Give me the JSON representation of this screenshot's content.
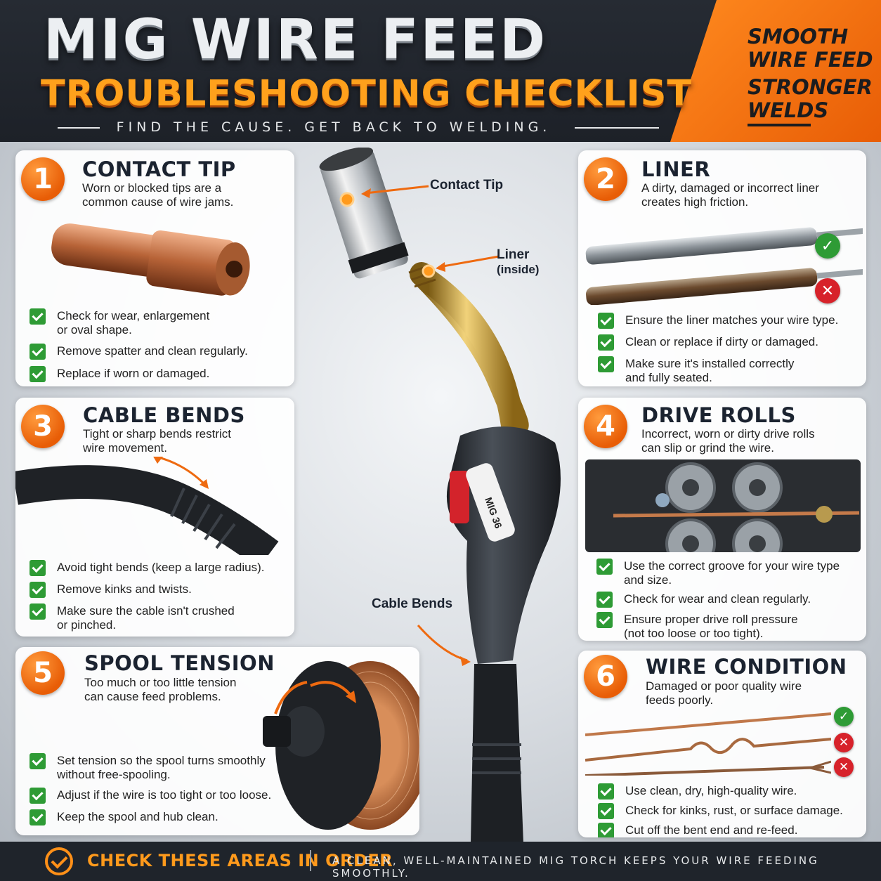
{
  "header": {
    "title_line1": "MIG WIRE FEED",
    "title_line2": "TROUBLESHOOTING CHECKLIST",
    "tagline": "FIND THE CAUSE. GET BACK TO WELDING.",
    "side_line1": "SMOOTH",
    "side_line2": "WIRE FEED",
    "side_line3": "STRONGER",
    "side_line4": "WELDS"
  },
  "colors": {
    "accent": "#ff8a1f",
    "dark": "#1f242b",
    "check": "#2e9b35",
    "cross": "#d7222a"
  },
  "cards": [
    {
      "number": "1",
      "title": "CONTACT TIP",
      "subtitle1": "Worn or blocked tips are a",
      "subtitle2": "common cause of wire jams.",
      "items": [
        "Check for wear, enlargement",
        "or oval shape.",
        "Remove spatter and clean regularly.",
        "Replace if worn or damaged."
      ]
    },
    {
      "number": "2",
      "title": "LINER",
      "subtitle1": "A dirty, damaged or incorrect liner",
      "subtitle2": "creates high friction.",
      "items": [
        "Ensure the liner matches your wire type.",
        "Clean or replace if dirty or damaged.",
        "Make sure it's installed correctly",
        "and fully seated."
      ]
    },
    {
      "number": "3",
      "title": "CABLE BENDS",
      "subtitle1": "Tight or sharp bends restrict",
      "subtitle2": "wire movement.",
      "items": [
        "Avoid tight bends (keep a large radius).",
        "Remove kinks and twists.",
        "Make sure the cable isn't crushed",
        "or pinched."
      ]
    },
    {
      "number": "4",
      "title": "DRIVE ROLLS",
      "subtitle1": "Incorrect, worn or dirty drive rolls",
      "subtitle2": "can slip or grind the wire.",
      "items": [
        "Use the correct groove for your wire type",
        "and size.",
        "Check for wear and clean regularly.",
        "Ensure proper drive roll pressure",
        "(not too loose or too tight)."
      ]
    },
    {
      "number": "5",
      "title": "SPOOL TENSION",
      "subtitle1": "Too much or too little tension",
      "subtitle2": "can cause feed problems.",
      "items": [
        "Set tension so the spool turns smoothly",
        "without free-spooling.",
        "Adjust if the wire is too tight or too loose.",
        "Keep the spool and hub clean."
      ]
    },
    {
      "number": "6",
      "title": "WIRE CONDITION",
      "subtitle1": "Damaged or poor quality wire",
      "subtitle2": "feeds poorly.",
      "items": [
        "Use clean, dry, high-quality wire.",
        "Check for kinks, rust, or surface damage.",
        "Cut off the bent end and re-feed."
      ]
    }
  ],
  "callouts": {
    "contact_tip": "Contact Tip",
    "liner1": "Liner",
    "liner2": "(inside)",
    "cable_bends": "Cable Bends"
  },
  "torch": {
    "model": "MIG 36"
  },
  "icons": {
    "good": "check-circle-icon",
    "bad": "cross-circle-icon",
    "footer": "check-badge-icon"
  },
  "footer": {
    "left": "CHECK THESE AREAS IN ORDER",
    "right": "A CLEAN, WELL-MAINTAINED MIG TORCH KEEPS YOUR WIRE  FEEDING SMOOTHLY."
  }
}
